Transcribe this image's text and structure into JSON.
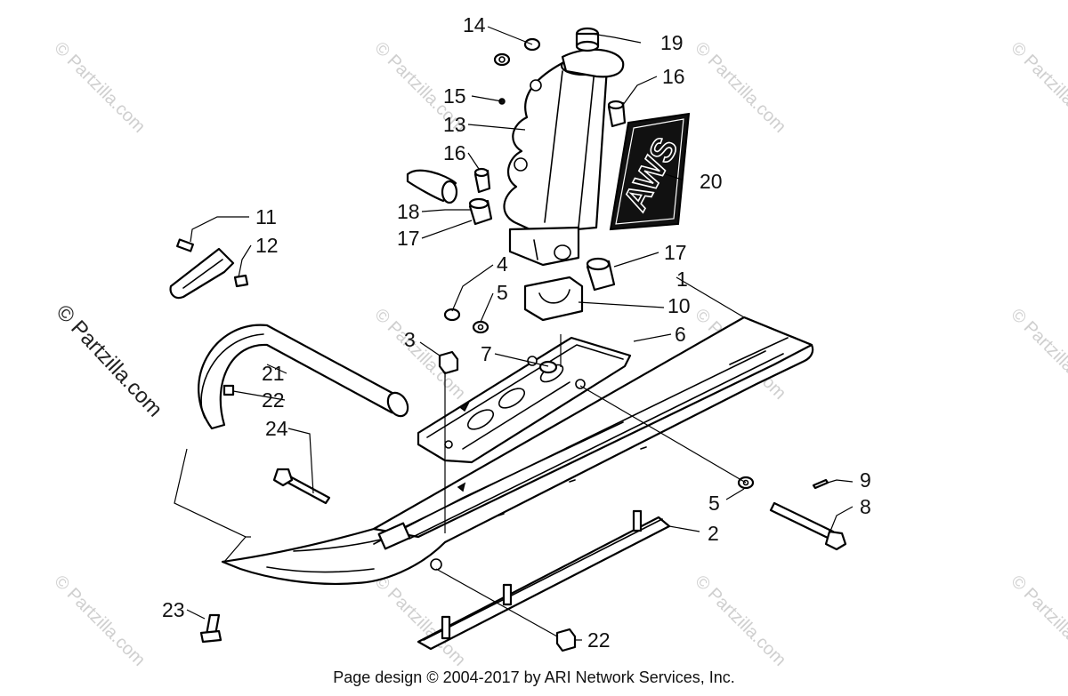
{
  "watermark": {
    "side_text": "© Partzilla.com",
    "tile_text": "© Partzilla.com"
  },
  "footer": {
    "text": "Page design © 2004-2017 by ARI Network Services, Inc."
  },
  "decal": {
    "text": "AWS",
    "color": "#111111"
  },
  "callouts": [
    "1",
    "2",
    "3",
    "4",
    "5",
    "5",
    "6",
    "7",
    "8",
    "9",
    "10",
    "11",
    "12",
    "13",
    "14",
    "15",
    "16",
    "16",
    "17",
    "17",
    "18",
    "19",
    "20",
    "21",
    "22",
    "22",
    "23",
    "24"
  ]
}
